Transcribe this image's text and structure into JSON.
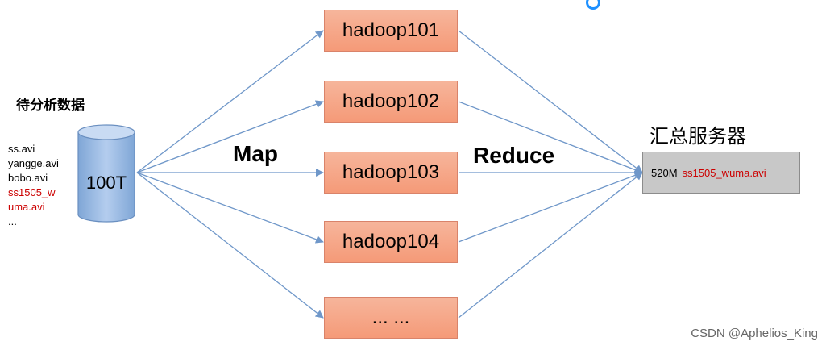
{
  "source": {
    "title": "待分析数据",
    "files": [
      {
        "text": "ss.avi",
        "color": "#000000"
      },
      {
        "text": "yangge.avi",
        "color": "#000000"
      },
      {
        "text": "bobo.avi",
        "color": "#000000"
      },
      {
        "text": "ss1505_w",
        "color": "#cc0000"
      },
      {
        "text": "uma.avi",
        "color": "#cc0000"
      },
      {
        "text": "...",
        "color": "#000000"
      }
    ],
    "storage_label": "100T"
  },
  "map_label": "Map",
  "reduce_label": "Reduce",
  "nodes": [
    "hadoop101",
    "hadoop102",
    "hadoop103",
    "hadoop104",
    "... ..."
  ],
  "server": {
    "title": "汇总服务器",
    "size": "520M",
    "file": "ss1505_wuma.avi"
  },
  "watermark": "CSDN @Aphelios_King",
  "colors": {
    "node_fill": "#f59a78",
    "arrow": "#6f97c9",
    "cylinder": "#8fb3df",
    "server_fill": "#c8c8c8",
    "highlight_text": "#cc0000"
  }
}
